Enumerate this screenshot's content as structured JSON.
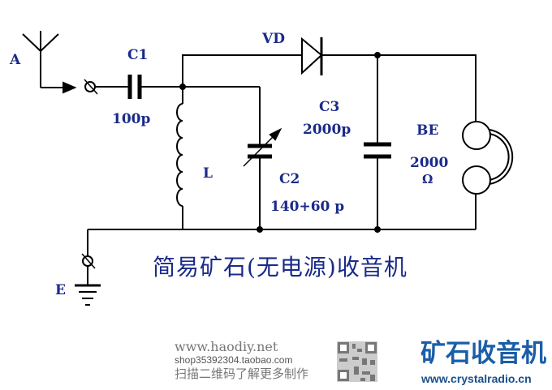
{
  "labels": {
    "antenna": "A",
    "c1_name": "C1",
    "c1_value": "100p",
    "diode": "VD",
    "inductor": "L",
    "c3_name": "C3",
    "c3_value": "2000p",
    "c2_name": "C2",
    "c2_value": "140+60 p",
    "earphone": "BE",
    "earphone_value": "2000",
    "earphone_unit": "Ω",
    "ground": "E"
  },
  "title": "简易矿石(无电源)收音机",
  "footer": {
    "website": "www.haodiy.net",
    "shop": "shop35392304.taobao.com",
    "scan_hint": "扫描二维码了解更多制作",
    "logo_text": "矿石收音机",
    "logo_url": "www.crystalradio.cn"
  },
  "colors": {
    "label": "#1a2a8a",
    "wire": "#000000",
    "logo": "#1a5ea8"
  }
}
